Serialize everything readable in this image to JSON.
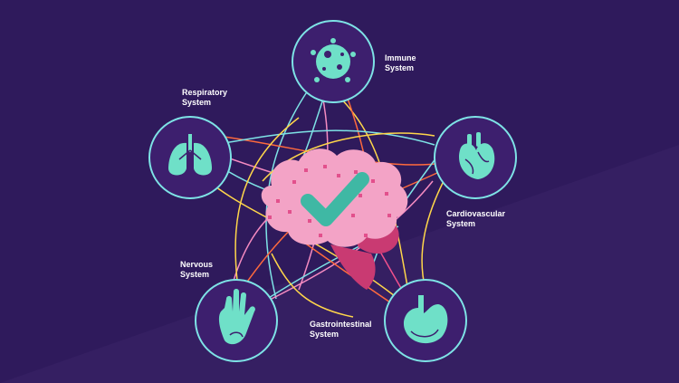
{
  "systems": {
    "immune": {
      "label": "Immune\nSystem",
      "icon": "virus-cell-icon"
    },
    "respiratory": {
      "label": "Respiratory\nSystem",
      "icon": "lungs-icon"
    },
    "cardiovascular": {
      "label": "Cardiovascular\nSystem",
      "icon": "heart-icon"
    },
    "nervous": {
      "label": "Nervous\nSystem",
      "icon": "hand-icon"
    },
    "gastrointestinal": {
      "label": "Gastrointestinal\nSystem",
      "icon": "stomach-icon"
    }
  },
  "center": {
    "icon": "brain-icon",
    "badge": "checkmark-icon"
  },
  "colors": {
    "background": "#2f1a5c",
    "background_band": "#3a2468",
    "circle_fill": "#3d1f6e",
    "circle_stroke": "#7ee3e6",
    "icon": "#6fe0c8",
    "brain": "#f3a3c6",
    "brain_dark": "#c93a72",
    "checkmark": "#3fb8a4",
    "line_colors": [
      "#ffd64a",
      "#ff6a3d",
      "#f58bc1",
      "#7ee3e6",
      "#f0508c"
    ]
  }
}
